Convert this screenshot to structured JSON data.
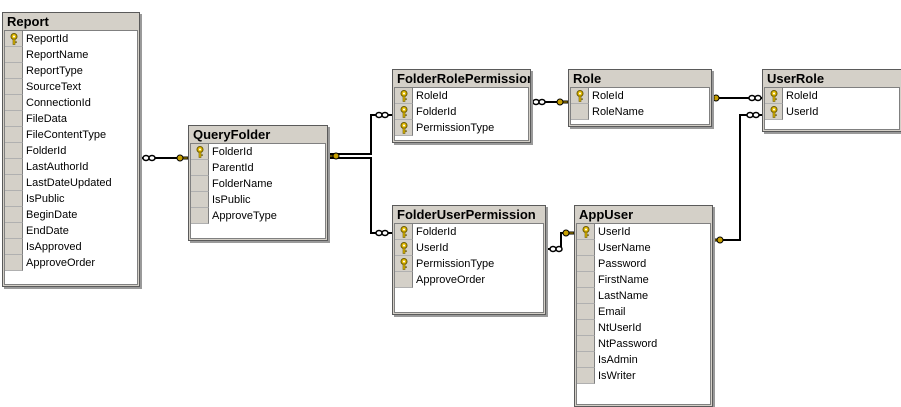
{
  "tables": [
    {
      "id": "report",
      "title": "Report",
      "fields": [
        {
          "name": "ReportId",
          "pk": true
        },
        {
          "name": "ReportName"
        },
        {
          "name": "ReportType"
        },
        {
          "name": "SourceText"
        },
        {
          "name": "ConnectionId"
        },
        {
          "name": "FileData"
        },
        {
          "name": "FileContentType"
        },
        {
          "name": "FolderId"
        },
        {
          "name": "LastAuthorId"
        },
        {
          "name": "LastDateUpdated"
        },
        {
          "name": "IsPublic"
        },
        {
          "name": "BeginDate"
        },
        {
          "name": "EndDate"
        },
        {
          "name": "IsApproved"
        },
        {
          "name": "ApproveOrder"
        }
      ]
    },
    {
      "id": "queryfolder",
      "title": "QueryFolder",
      "fields": [
        {
          "name": "FolderId",
          "pk": true
        },
        {
          "name": "ParentId"
        },
        {
          "name": "FolderName"
        },
        {
          "name": "IsPublic"
        },
        {
          "name": "ApproveType"
        }
      ]
    },
    {
      "id": "folderrolepermission",
      "title": "FolderRolePermission",
      "fields": [
        {
          "name": "RoleId",
          "pk": true
        },
        {
          "name": "FolderId",
          "pk": true
        },
        {
          "name": "PermissionType",
          "pk": true
        }
      ]
    },
    {
      "id": "role",
      "title": "Role",
      "fields": [
        {
          "name": "RoleId",
          "pk": true
        },
        {
          "name": "RoleName"
        }
      ]
    },
    {
      "id": "userrole",
      "title": "UserRole",
      "fields": [
        {
          "name": "RoleId",
          "pk": true
        },
        {
          "name": "UserId",
          "pk": true
        }
      ]
    },
    {
      "id": "folderuserpermission",
      "title": "FolderUserPermission",
      "fields": [
        {
          "name": "FolderId",
          "pk": true
        },
        {
          "name": "UserId",
          "pk": true
        },
        {
          "name": "PermissionType",
          "pk": true
        },
        {
          "name": "ApproveOrder"
        }
      ]
    },
    {
      "id": "appuser",
      "title": "AppUser",
      "fields": [
        {
          "name": "UserId",
          "pk": true
        },
        {
          "name": "UserName"
        },
        {
          "name": "Password"
        },
        {
          "name": "FirstName"
        },
        {
          "name": "LastName"
        },
        {
          "name": "Email"
        },
        {
          "name": "NtUserId"
        },
        {
          "name": "NtPassword"
        },
        {
          "name": "IsAdmin"
        },
        {
          "name": "IsWriter"
        }
      ]
    }
  ],
  "relationships": [
    {
      "from": "report",
      "to": "queryfolder"
    },
    {
      "from": "queryfolder",
      "to": "folderrolepermission"
    },
    {
      "from": "queryfolder",
      "to": "folderuserpermission"
    },
    {
      "from": "folderrolepermission",
      "to": "role"
    },
    {
      "from": "role",
      "to": "userrole"
    },
    {
      "from": "folderuserpermission",
      "to": "appuser"
    },
    {
      "from": "appuser",
      "to": "userrole"
    }
  ],
  "icons": {
    "primary_key": "key-icon",
    "relationship_end": "key-end-icon",
    "many_end": "infinity-end-icon"
  },
  "colors": {
    "table_frame": "#d4d0c8",
    "key": "#c8a000",
    "line": "#000000"
  }
}
